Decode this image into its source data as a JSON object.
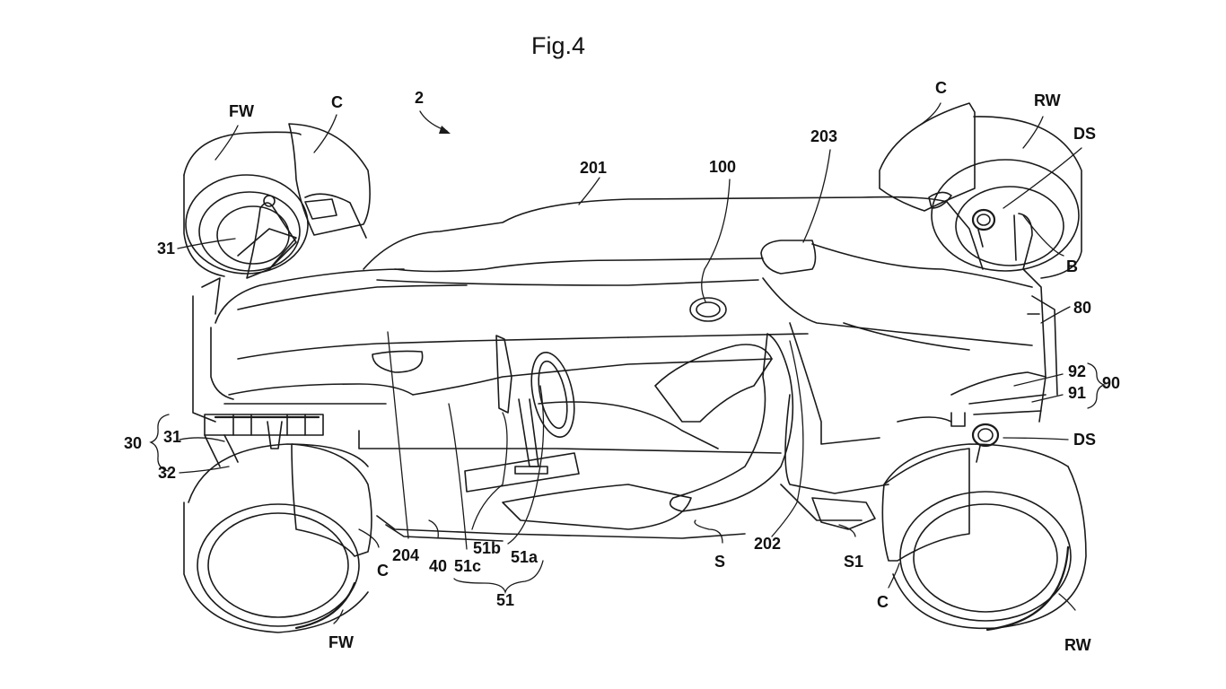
{
  "figure": {
    "title": "Fig.4",
    "subject": "Vehicle perspective view (patent drawing)",
    "line_color": "#1a1a1a",
    "background": "#ffffff"
  },
  "labels": {
    "vehicle": "2",
    "fw_front_left": "FW",
    "fw_front_right": "FW",
    "rw_rear_left": "RW",
    "rw_rear_right": "RW",
    "c_front_left": "C",
    "c_front_right": "C",
    "c_rear_left": "C",
    "c_rear_right": "C",
    "ref_31_top": "31",
    "ref_31_bottom": "31",
    "ref_30": "30",
    "ref_32": "32",
    "ref_201": "201",
    "ref_100": "100",
    "ref_203": "203",
    "ref_ds_top": "DS",
    "ref_ds_bottom": "DS",
    "ref_b": "B",
    "ref_80": "80",
    "ref_92": "92",
    "ref_91": "91",
    "ref_90": "90",
    "ref_204": "204",
    "ref_40": "40",
    "ref_51b": "51b",
    "ref_51c": "51c",
    "ref_51a": "51a",
    "ref_51": "51",
    "ref_s": "S",
    "ref_202": "202",
    "ref_s1": "S1"
  }
}
